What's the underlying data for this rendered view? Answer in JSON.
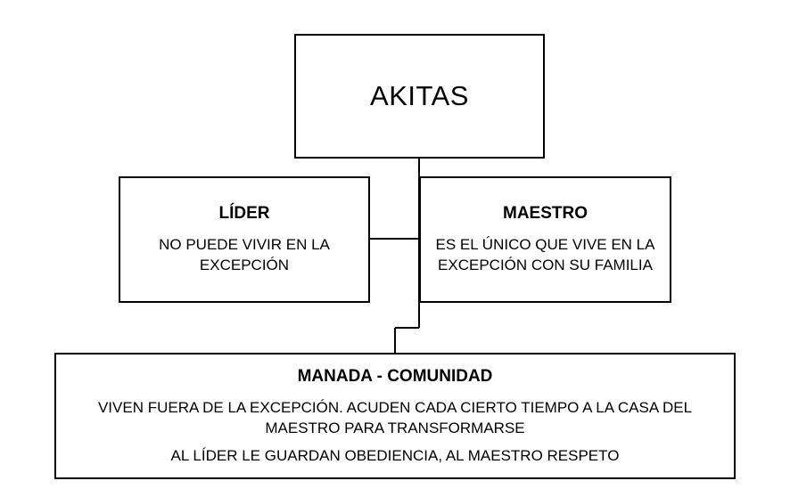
{
  "diagram": {
    "root": {
      "title": "AKITAS"
    },
    "left": {
      "heading": "LÍDER",
      "body": "NO PUEDE VIVIR EN LA EXCEPCIÓN"
    },
    "right": {
      "heading": "MAESTRO",
      "body": "ES EL ÚNICO QUE VIVE EN LA EXCEPCIÓN CON SU FAMILIA"
    },
    "bottom": {
      "heading": "MANADA - COMUNIDAD",
      "body": "VIVEN FUERA DE LA EXCEPCIÓN. ACUDEN CADA CIERTO TIEMPO A LA CASA DEL MAESTRO PARA TRANSFORMARSE",
      "body2": "AL LÍDER LE GUARDAN OBEDIENCIA, AL MAESTRO RESPETO"
    }
  },
  "colors": {
    "border": "#000000",
    "background": "#ffffff",
    "text": "#000000"
  }
}
